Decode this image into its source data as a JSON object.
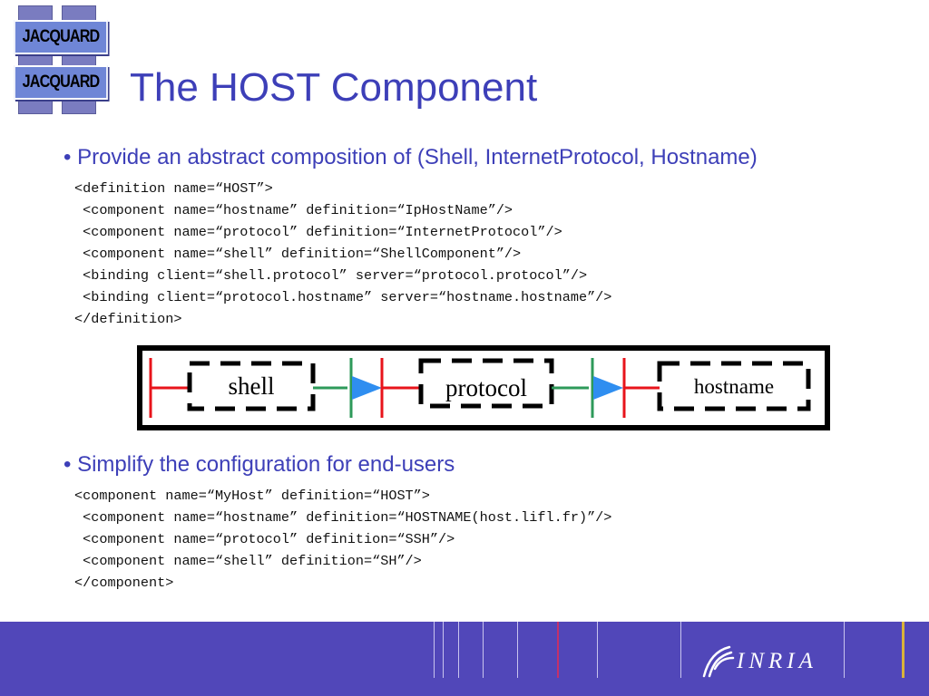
{
  "logo": {
    "line1": "JACQUARD",
    "line2": "JACQUARD"
  },
  "title": "The HOST Component",
  "section1": {
    "bullet": "• Provide an abstract composition of (Shell, InternetProtocol, Hostname)",
    "code": [
      "<definition name=“HOST”>",
      " <component name=“hostname” definition=“IpHostName”/>",
      " <component name=“protocol” definition=“InternetProtocol”/>",
      " <component name=“shell” definition=“ShellComponent”/>",
      " <binding client=“shell.protocol” server=“protocol.protocol”/>",
      " <binding client=“protocol.hostname” server=“hostname.hostname”/>",
      "</definition>"
    ]
  },
  "diagram": {
    "components": [
      "shell",
      "protocol",
      "hostname"
    ],
    "colors": {
      "provided": "#e8141b",
      "required": "#2e9a5a",
      "arrow": "#2f8ef0",
      "frame": "#000000"
    }
  },
  "section2": {
    "bullet": "• Simplify the configuration for end-users",
    "code": [
      "<component name=“MyHost” definition=“HOST”>",
      " <component name=“hostname” definition=“HOSTNAME(host.lifl.fr)”/>",
      " <component name=“protocol” definition=“SSH”/>",
      " <component name=“shell” definition=“SH”/>",
      "</component>"
    ]
  },
  "footer": {
    "brand": "INRIA",
    "color": "#5147b9"
  }
}
